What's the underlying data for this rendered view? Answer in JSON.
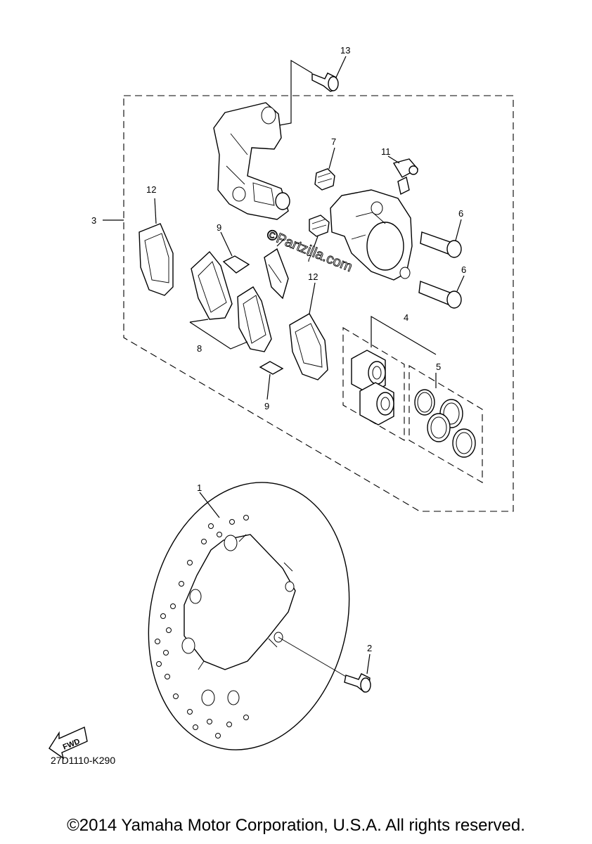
{
  "callouts": {
    "c1": "1",
    "c2": "2",
    "c3": "3",
    "c4": "4",
    "c5": "5",
    "c6a": "6",
    "c6b": "6",
    "c7a": "7",
    "c7b": "7",
    "c8": "8",
    "c9a": "9",
    "c9b": "9",
    "c11": "11",
    "c12a": "12",
    "c12b": "12",
    "c13": "13"
  },
  "watermark": "©Partzilla.com",
  "diagram_code": "27D1110-K290",
  "fwd_label": "FWD",
  "copyright": "©2014 Yamaha Motor Corporation, U.S.A. All rights reserved.",
  "colors": {
    "ink": "#000000",
    "paper": "#ffffff"
  }
}
